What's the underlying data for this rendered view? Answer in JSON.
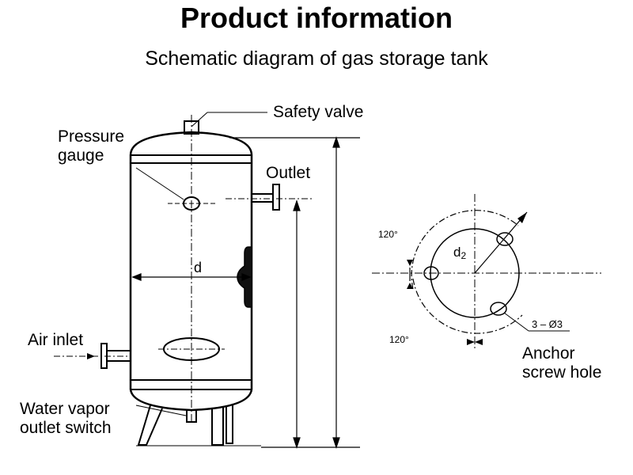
{
  "title": "Product information",
  "subtitle": "Schematic diagram of gas storage tank",
  "labels": {
    "safety_valve": "Safety valve",
    "pressure_gauge_line1": "Pressure",
    "pressure_gauge_line2": "gauge",
    "outlet": "Outlet",
    "air_inlet": "Air inlet",
    "water_vapor_line1": "Water vapor",
    "water_vapor_line2": "outlet switch",
    "anchor_line1": "Anchor",
    "anchor_line2": "screw hole"
  },
  "dimensions": {
    "d": "d",
    "d2": "d",
    "d2_sub": "2",
    "angle_top": "120°",
    "angle_bottom": "120°",
    "holes": "3 – Ø3"
  }
}
